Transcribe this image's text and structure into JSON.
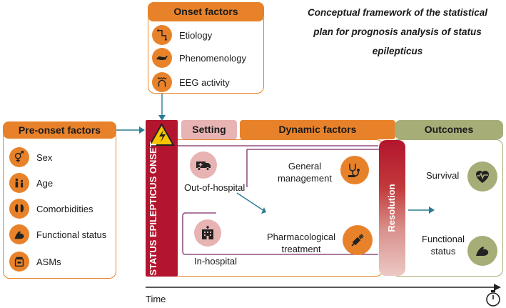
{
  "title_lines": [
    "Conceptual framework of the statistical",
    "plan for prognosis analysis of status",
    "epilepticus"
  ],
  "onset_factors": {
    "header": "Onset factors",
    "items": [
      {
        "label": "Etiology",
        "icon": "etiology-icon"
      },
      {
        "label": "Phenomenology",
        "icon": "phenomenology-icon"
      },
      {
        "label": "EEG activity",
        "icon": "eeg-head-icon"
      }
    ]
  },
  "pre_onset": {
    "header": "Pre-onset factors",
    "items": [
      {
        "label": "Sex",
        "icon": "gender-icon"
      },
      {
        "label": "Age",
        "icon": "age-group-icon"
      },
      {
        "label": "Comorbidities",
        "icon": "organs-icon"
      },
      {
        "label": "Functional status",
        "icon": "arm-icon"
      },
      {
        "label": "ASMs",
        "icon": "pill-bottle-icon"
      }
    ]
  },
  "onset_bar": {
    "label": "STATUS EPILEPTICUS ONSET",
    "icon": "warning-lightning-icon"
  },
  "setting": {
    "header": "Setting",
    "out_of_hospital": "Out-of-hospital",
    "in_hospital": "In-hospital"
  },
  "dynamic": {
    "header": "Dynamic factors",
    "general_management": "General management",
    "pharmacological_treatment": "Pharmacological treatment"
  },
  "resolution": "Resolution",
  "outcomes": {
    "header": "Outcomes",
    "survival": "Survival",
    "functional_status": "Functional status"
  },
  "time_label": "Time",
  "colors": {
    "orange": "#e8822a",
    "crimson": "#b3152e",
    "pink": "#e8b3b3",
    "olive": "#a7ad77",
    "teal": "#2d7c93",
    "purple": "#7b2a6b"
  }
}
